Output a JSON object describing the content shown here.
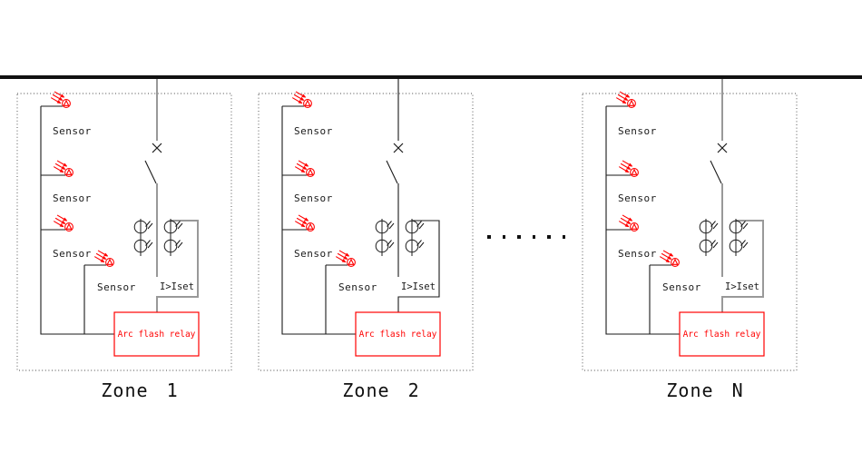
{
  "diagram": {
    "colors": {
      "busbar": "#111111",
      "line": "#1a1a1a",
      "trip_path_gray": "#999999",
      "accent_red": "#ff0000",
      "zone_border": "#444444"
    },
    "separator": {
      "dot_count": 6
    },
    "zones": [
      {
        "label": "Zone 1",
        "sensor_labels": [
          "Sensor",
          "Sensor",
          "Sensor",
          "Sensor"
        ],
        "overcurrent_label": "I>Iset",
        "relay_label": "Arc flash relay",
        "trip_path_color": "#999999",
        "trip_path_width": "2"
      },
      {
        "label": "Zone 2",
        "sensor_labels": [
          "Sensor",
          "Sensor",
          "Sensor",
          "Sensor"
        ],
        "overcurrent_label": "I>Iset",
        "relay_label": "Arc flash relay",
        "trip_path_color": "#1a1a1a",
        "trip_path_width": "1.1"
      },
      {
        "label": "Zone N",
        "sensor_labels": [
          "Sensor",
          "Sensor",
          "Sensor",
          "Sensor"
        ],
        "overcurrent_label": "I>Iset",
        "relay_label": "Arc flash relay",
        "trip_path_color": "#999999",
        "trip_path_width": "2"
      }
    ]
  }
}
